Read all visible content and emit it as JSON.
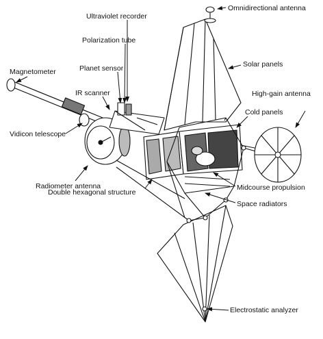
{
  "labels": {
    "omnidirectional_antenna": "Omnidirectional antenna",
    "ultraviolet_recorder": "Ultraviolet recorder",
    "polarization_tube": "Polarization tube",
    "planet_sensor": "Planet sensor",
    "magnetometer": "Magnetometer",
    "solar_panels": "Solar panels",
    "ir_scanner": "IR scanner",
    "high_gain_antenna": "High-gain antenna",
    "cold_panels": "Cold panels",
    "vidicon_telescope": "Vidicon telescope",
    "radiometer_antenna": "Radiometer antenna",
    "midcourse_propulsion": "Midcourse propulsion",
    "double_hexagonal_structure": "Double hexagonal structure",
    "space_radiators": "Space radiators",
    "electrostatic_analyzer": "Electrostatic analyzer"
  },
  "colors": {
    "line": "#111111",
    "background": "#ffffff"
  }
}
